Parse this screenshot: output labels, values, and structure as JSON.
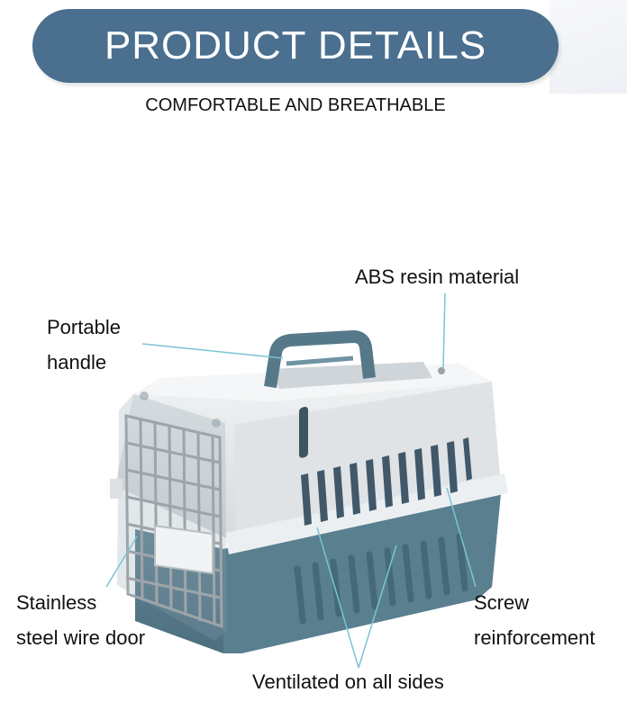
{
  "header": {
    "title": "PRODUCT DETAILS",
    "subtitle": "COMFORTABLE AND BREATHABLE"
  },
  "callouts": {
    "abs": "ABS resin material",
    "handle_line1": "Portable",
    "handle_line2": "handle",
    "door_line1": "Stainless",
    "door_line2": "steel wire door",
    "screw_line1": "Screw",
    "screw_line2": "reinforcement",
    "vent": "Ventilated on all sides"
  },
  "colors": {
    "banner": "#4a6f8f",
    "carrier_top": "#e4e7ea",
    "carrier_base": "#587c8c",
    "leader_line": "#7cc4d4"
  }
}
